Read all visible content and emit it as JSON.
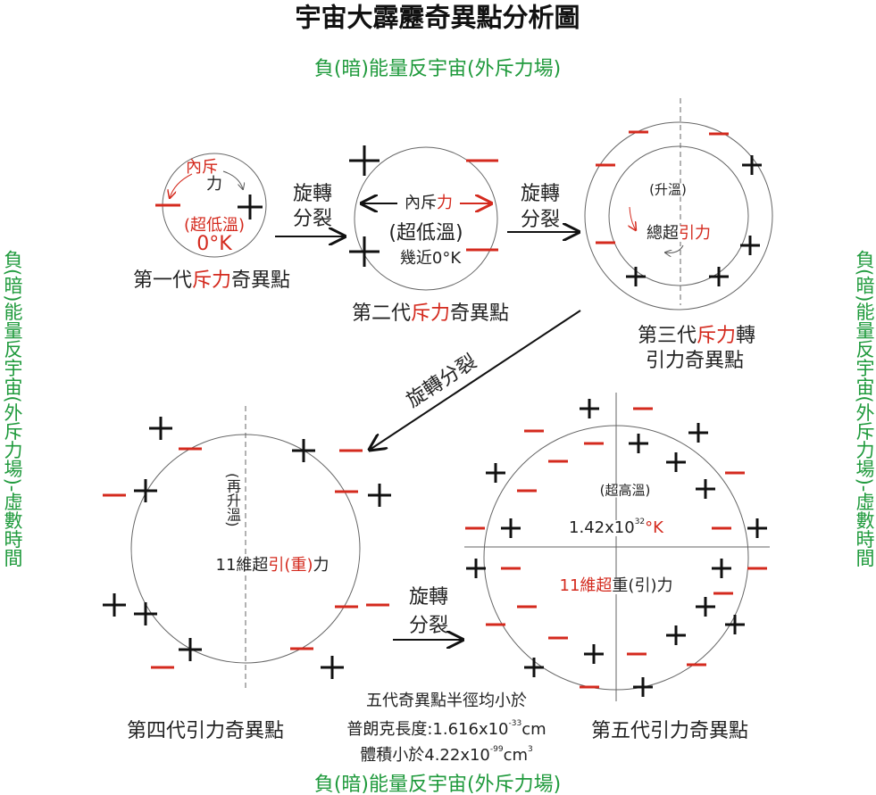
{
  "title": "宇宙大霹靂奇異點分析圖",
  "outer_field": {
    "top": "負(暗)能量反宇宙(外斥力場)",
    "bottom": "負(暗)能量反宇宙(外斥力場)",
    "left": "負(暗)能量反宇宙(外斥力場)-虛數時間",
    "right": "負(暗)能量反宇宙(外斥力場)-虛數時間"
  },
  "gen1": {
    "inner_a": "內斥",
    "inner_b": "力",
    "temp": "(超低溫)",
    "kelvin": "0°K",
    "label_a": "第一代",
    "label_red": "斥力",
    "label_b": "奇異點"
  },
  "arrow1": {
    "line1": "旋轉",
    "line2": "分裂"
  },
  "gen2": {
    "force_a": "內斥",
    "force_red": "力",
    "temp": "(超低溫)",
    "kelvin": "幾近0°K",
    "label_a": "第二代",
    "label_red": "斥力",
    "label_b": "奇異點"
  },
  "arrow2": {
    "line1": "旋轉",
    "line2": "分裂"
  },
  "gen3": {
    "temp": "(升溫)",
    "force_a": "總超",
    "force_red": "引力",
    "label_a": "第三代",
    "label_red": "斥力",
    "label_b": "轉",
    "label_line2": "引力奇異點"
  },
  "arrow3": {
    "text": "旋轉分裂"
  },
  "gen4": {
    "temp": "(再升溫)",
    "force_a": "11維超",
    "force_red": "引(重)",
    "force_b": "力",
    "label": "第四代引力奇異點"
  },
  "arrow4": {
    "line1": "旋轉",
    "line2": "分裂"
  },
  "gen5": {
    "temp": "(超高溫)",
    "value": "1.42x10",
    "exp": "32",
    "unit": "°K",
    "force_red": "11維超",
    "force_b": "重(引)力",
    "label": "第五代引力奇異點"
  },
  "note": {
    "line1": "五代奇異點半徑均小於",
    "line2_a": "普朗克長度:1.616x10",
    "line2_exp": "-33",
    "line2_b": "cm",
    "line3_a": "體積小於4.22x10",
    "line3_exp": "-99",
    "line3_b": "cm",
    "line3_exp2": "3"
  },
  "colors": {
    "red": "#d42a1e",
    "green": "#1f9a3c",
    "black": "#111111"
  }
}
